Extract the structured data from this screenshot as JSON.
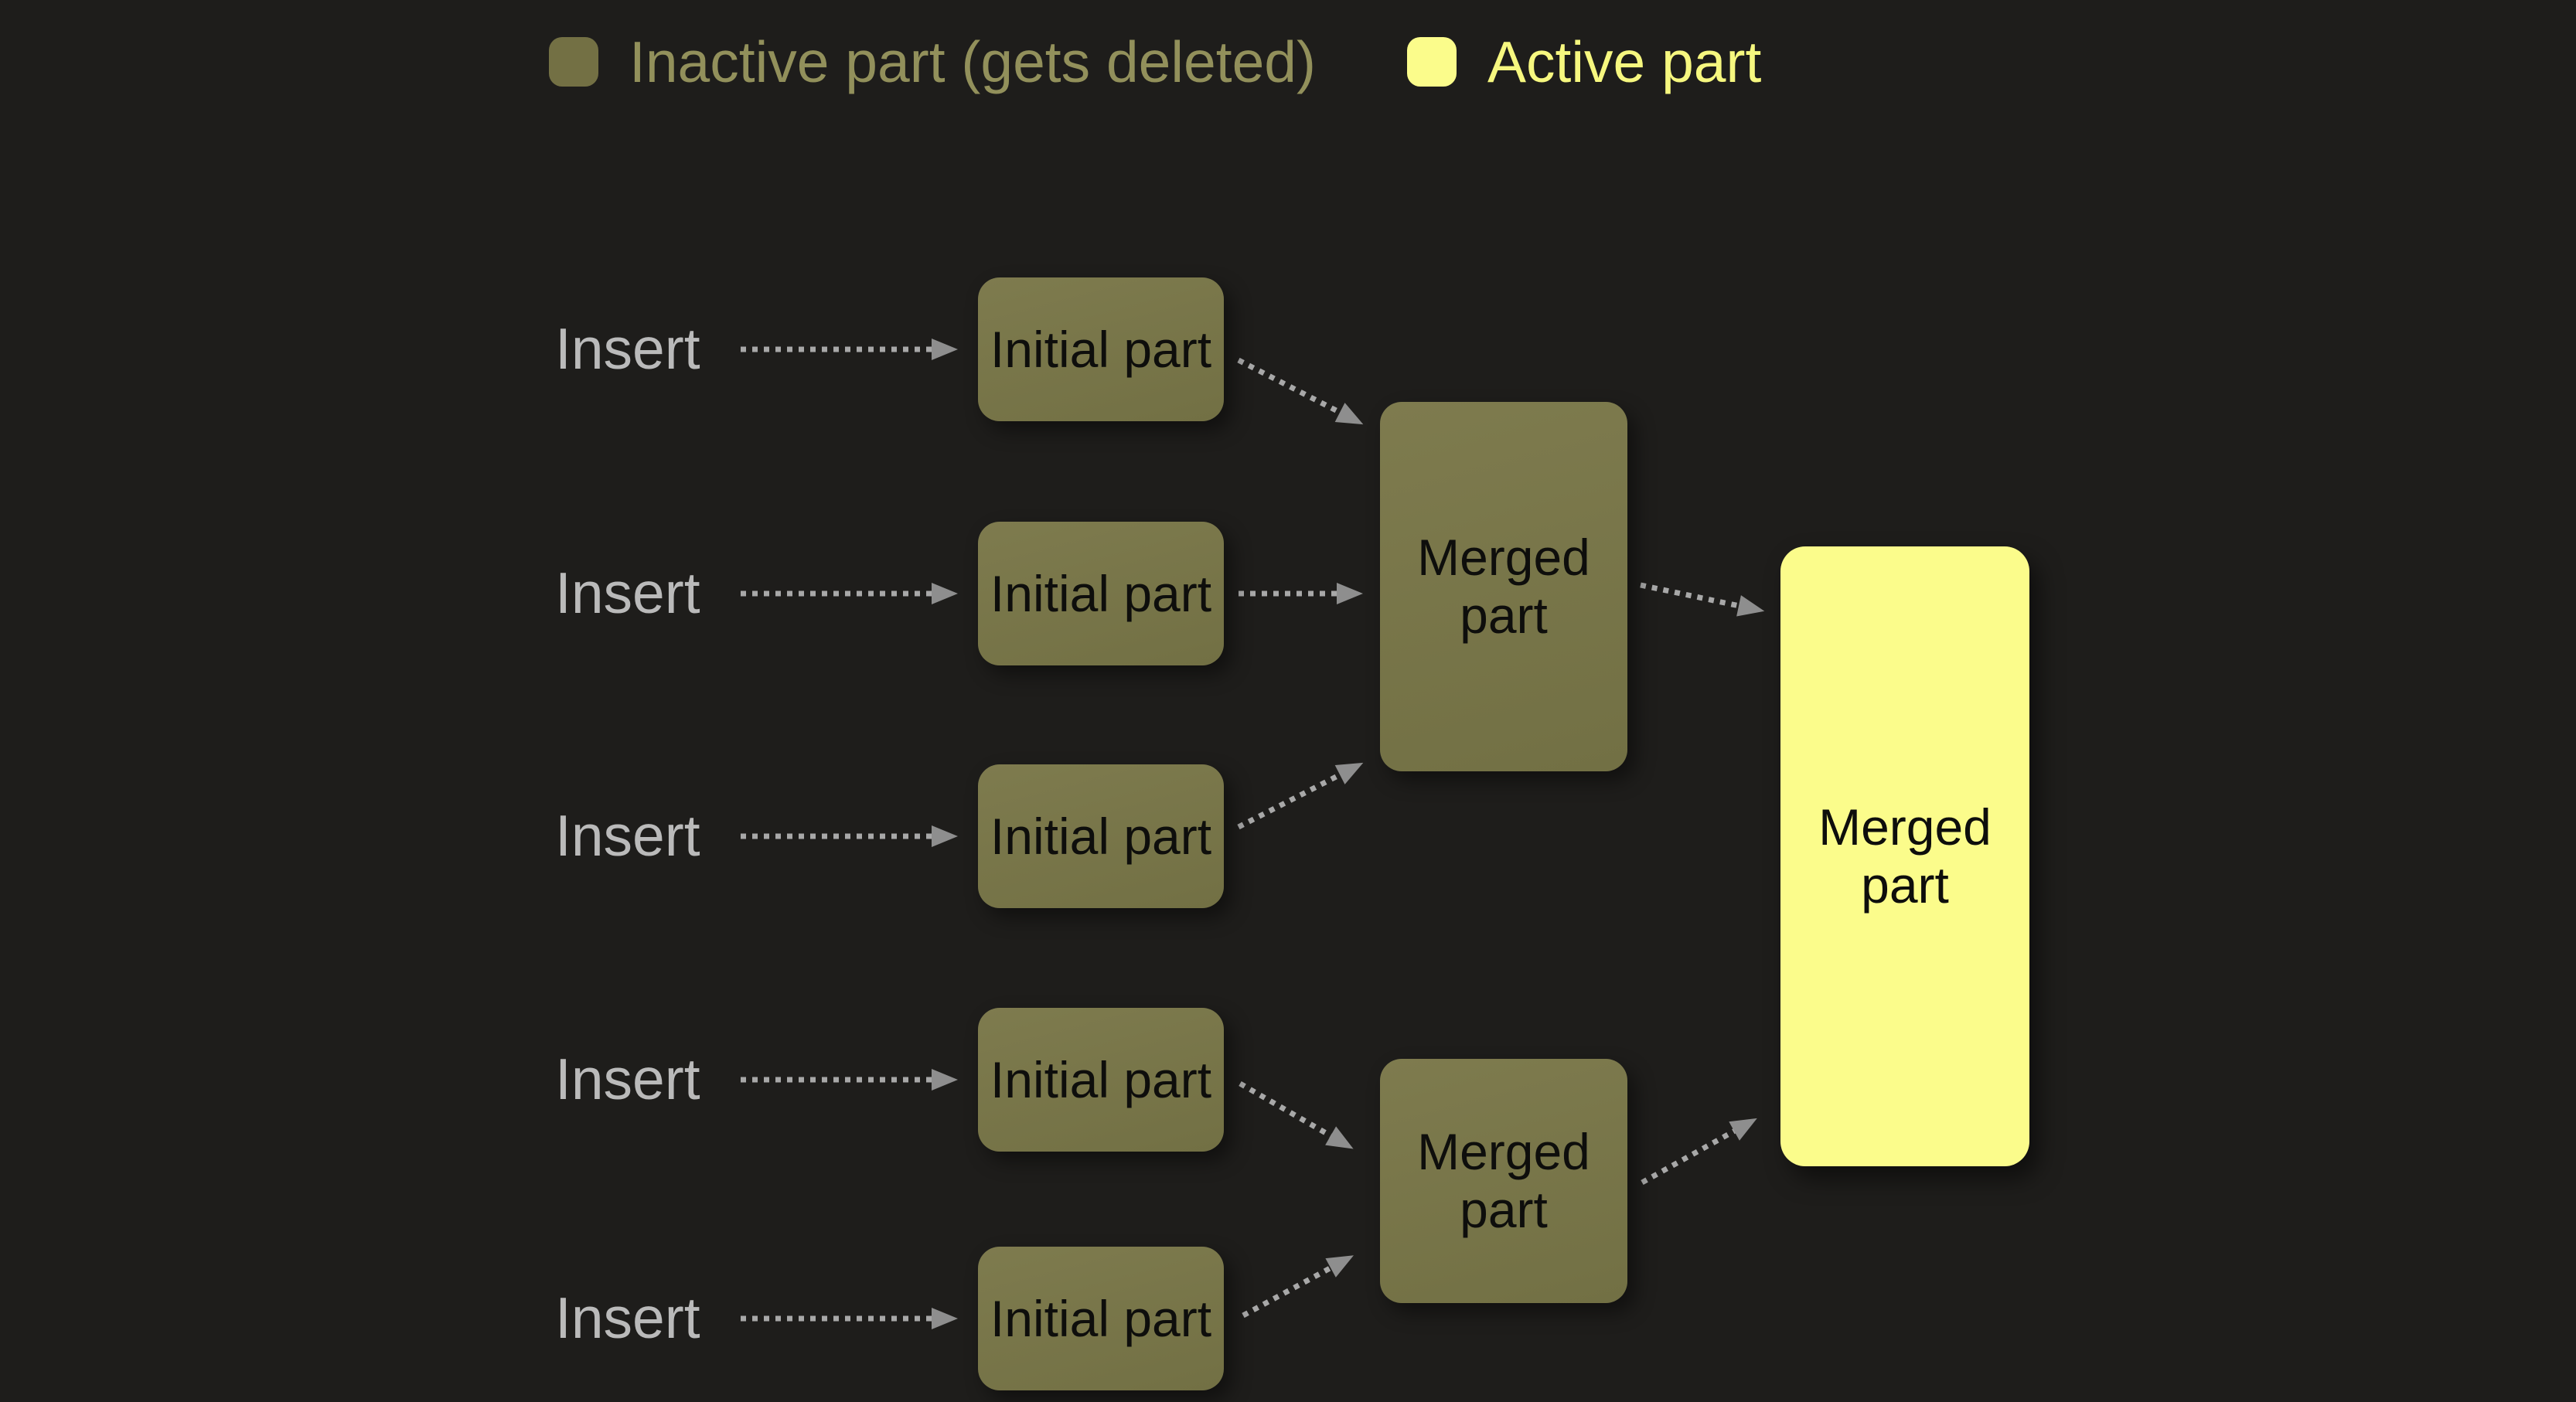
{
  "legend": {
    "inactive_label": "Inactive part (gets deleted)",
    "active_label": "Active part"
  },
  "rows": [
    {
      "insert": "Insert",
      "part": "Initial part"
    },
    {
      "insert": "Insert",
      "part": "Initial part"
    },
    {
      "insert": "Insert",
      "part": "Initial part"
    },
    {
      "insert": "Insert",
      "part": "Initial part"
    },
    {
      "insert": "Insert",
      "part": "Initial part"
    }
  ],
  "merged": {
    "level1_top": "Merged part",
    "level1_bottom": "Merged part",
    "final": "Merged part"
  },
  "colors": {
    "background": "#1e1d1b",
    "inactive_fill": "#777448",
    "inactive_legend_text": "#92905b",
    "active_fill": "#fbfc8b",
    "active_legend_text": "#f6f77f",
    "insert_text": "#bababa",
    "arrow_line": "#a8a8a8",
    "arrow_head": "#8e8e8e",
    "node_text": "#0e0e0c"
  }
}
